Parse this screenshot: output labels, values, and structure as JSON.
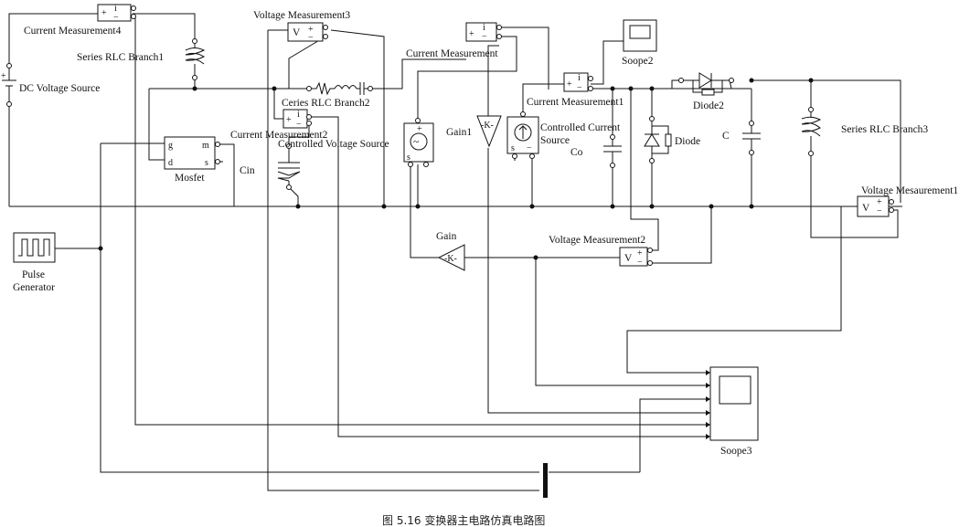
{
  "caption": "图 5.16   变换器主电路仿真电路图",
  "blocks": {
    "dc_source": "DC Voltage Source",
    "current_meas4": "Current Measurement4",
    "rlc1": "Series RLC Branch1",
    "voltage_meas3": "Voltage Measurement3",
    "rlc2": "Ceries RLC Branch2",
    "current_meas2": "Current Measurement2",
    "cvs": "Controlled Voltage Source",
    "current_meas": "Current Measurement",
    "current_meas1": "Current Measurement1",
    "scope2": "Soope2",
    "gain1": "Gain1",
    "ccs_line1": "Controlled Current",
    "ccs_line2": "Source",
    "co": "Co",
    "diode": "Diode",
    "diode2": "Diode2",
    "c": "C",
    "rlc3": "Series RLC Branch3",
    "voltage_meas1": "Voltage Mesaurement1",
    "mosfet": "Mosfet",
    "cin": "Cin",
    "pulse_line1": "Pulse",
    "pulse_line2": "Generator",
    "gain": "Gain",
    "voltage_meas2": "Voltage Measurement2",
    "scope3": "Soope3"
  },
  "ports": {
    "plus": "+",
    "minus": "−",
    "i": "i",
    "v": "V",
    "k": "-K-",
    "g": "g",
    "d": "d",
    "m": "m",
    "s": "s",
    "tilde": "~"
  }
}
